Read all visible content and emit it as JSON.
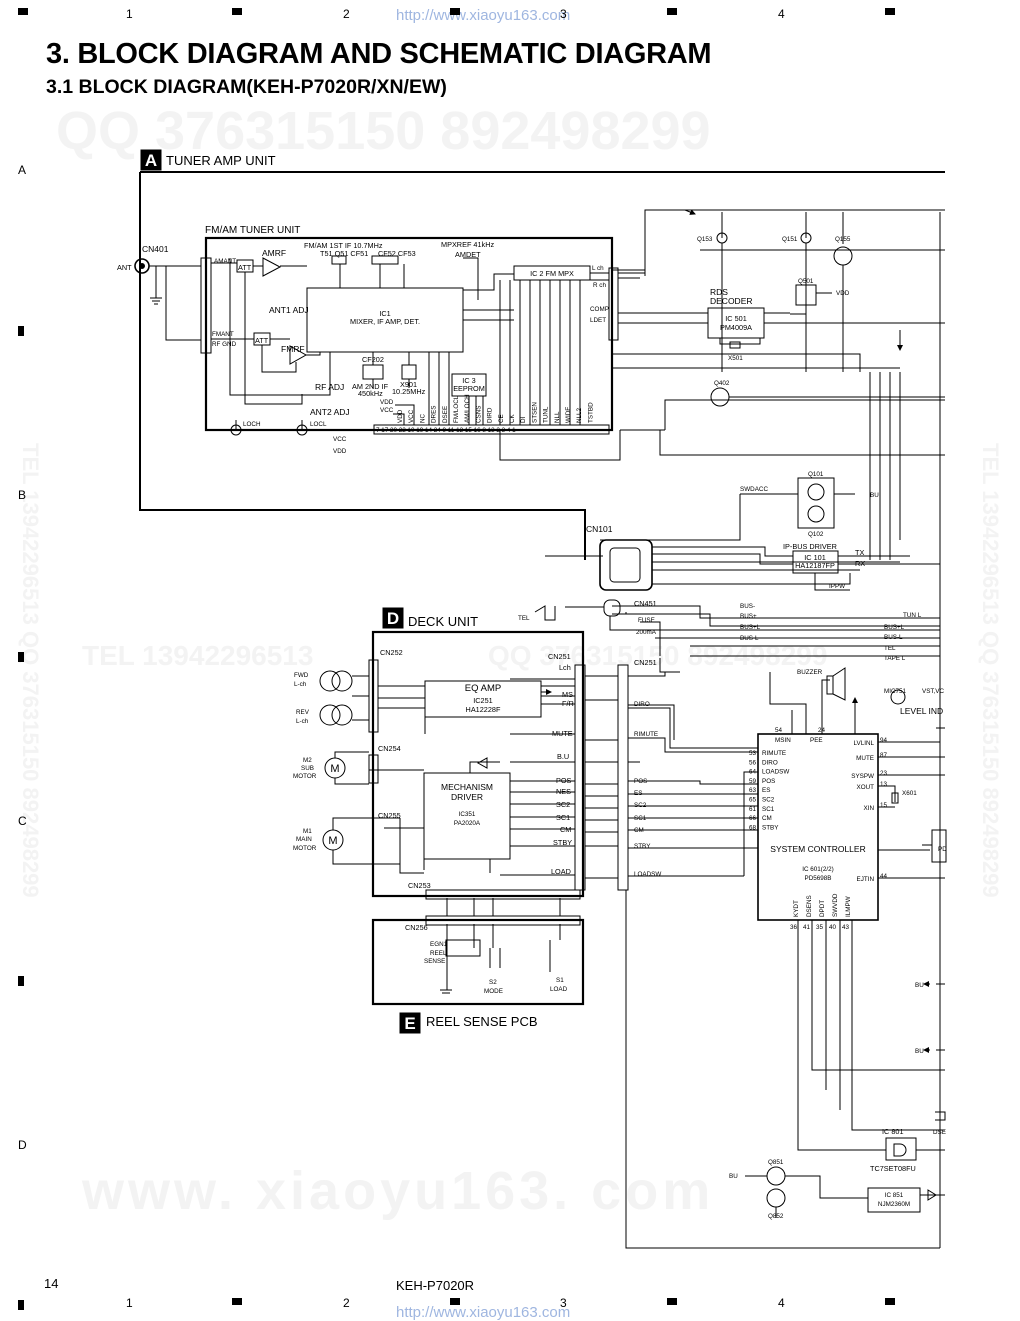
{
  "header": {
    "url": "http://www.xiaoyu163.com",
    "title": "3. BLOCK DIAGRAM AND SCHEMATIC DIAGRAM",
    "subtitle": "3.1  BLOCK DIAGRAM(KEH-P7020R/XN/EW)"
  },
  "watermarks": {
    "qq": "QQ 376315150   892498299",
    "tel": "TEL  13942296513",
    "qq2": "QQ  376315150   892498299",
    "www": "www. xiaoyu163. com",
    "side_left": "TEL 13942296513  QQ 376315150 892498299",
    "side_right": "TEL 13942296513  QQ 376315150 892498299"
  },
  "grid": {
    "cols": [
      "1",
      "2",
      "3",
      "4"
    ],
    "rows": [
      "A",
      "B",
      "C",
      "D"
    ]
  },
  "footer": {
    "page": "14",
    "model": "KEH-P7020R",
    "url": "http://www.xiaoyu163.com"
  },
  "units": {
    "a": {
      "letter": "A",
      "name": "TUNER AMP UNIT"
    },
    "d": {
      "letter": "D",
      "name": "DECK UNIT"
    },
    "e": {
      "letter": "E",
      "name": "REEL SENSE PCB"
    }
  },
  "tuner": {
    "unit": "FM/AM TUNER UNIT",
    "cn401": "CN401",
    "ant": "ANT",
    "amant": "AMANT",
    "fmant": "FMANT",
    "rfgnd": "RF GND",
    "amrf": "AMRF",
    "fmrf": "FMRF",
    "att": "ATT",
    "ant1": "ANT1 ADJ",
    "ant2": "ANT2 ADJ",
    "rfadj": "RF ADJ",
    "fmam_if": "FM/AM 1ST IF 10.7MHz",
    "t51": "T51 Q51 CF51",
    "cf52": "CF52 CF53",
    "ic1_a": "IC1",
    "ic1_b": "MIXER, IF AMP, DET.",
    "mpxref": "MPXREF 41kHz",
    "amdet": "AMDET",
    "ic2": "IC 2 FM MPX",
    "cf202": "CF202",
    "am2nd": "AM 2ND IF",
    "khz450": "450kHz",
    "x901": "X901",
    "mhz": "10.25MHz",
    "ic3_a": "IC 3",
    "ic3_b": "EEPROM",
    "lch": "L ch",
    "rch": "R ch",
    "comp": "COMP",
    "ldet": "LDET",
    "loch": "LOCH",
    "locl": "LOCL",
    "vdd": "VDD",
    "vcc": "VCC",
    "vcc2": "VCC",
    "vdd2": "VDD",
    "pins_bottom": "7  17  20  22  10  19  14  24  9  11  12  15  16  8  13  2  3  4  1",
    "bus_labels": [
      "VDD",
      "VCC",
      "NC",
      "DRES",
      "DSEE",
      "FM/LOCL",
      "AM/LOCH",
      "CSNS",
      "DIRD",
      "CE",
      "CK",
      "DI",
      "STSEN",
      "TUNL",
      "NLL",
      "WIDE",
      "NLL2",
      "TSTBD"
    ]
  },
  "rds": {
    "label1": "RDS",
    "label2": "DECODER",
    "ic_a": "IC 501",
    "ic_b": "PM4009A",
    "x501": "X501",
    "q501": "Q501",
    "q402": "Q402",
    "q153": "Q153",
    "q151": "Q151",
    "q155": "Q155",
    "vdd": "VDD"
  },
  "ipbus": {
    "swdacc": "SWDACC",
    "q101": "Q101",
    "q102": "Q102",
    "bu": "BU",
    "driver": "IP-BUS DRIVER",
    "ic_a": "IC 101",
    "ic_b": "HA12187FP",
    "tx": "TX",
    "rx": "RX",
    "ippw": "IPPW",
    "cn101": "CN101"
  },
  "buses": {
    "cn451": "CN451",
    "fuse": "FUSE",
    "ma": "200mA",
    "tel": "TEL",
    "bus_minus": "BUS-",
    "bus_plus": "BUS+",
    "bus_l_plus": "BUS+L",
    "bus_l": "BUS-L",
    "right": [
      "TUN L",
      "BUS+L",
      "BUS-L",
      "TEL",
      "TAPE L"
    ]
  },
  "deck": {
    "cn252": "CN252",
    "cn251": "CN251",
    "cn251b": "CN251",
    "cn254": "CN254",
    "cn255": "CN255",
    "cn253": "CN253",
    "cn256": "CN256",
    "fwd_a": "FWD",
    "fwd_b": "L-ch",
    "rev_a": "REV",
    "rev_b": "L-ch",
    "m2_a": "M2",
    "m2_b": "SUB",
    "m2_c": "MOTOR",
    "m1_a": "M1",
    "m1_b": "MAIN",
    "m1_c": "MOTOR",
    "motor": "M",
    "eq": "EQ AMP",
    "eq_ic_a": "IC251",
    "eq_ic_b": "HA12228F",
    "mech_a": "MECHANISM",
    "mech_b": "DRIVER",
    "mech_ic_a": "IC351",
    "mech_ic_b": "PA2020A",
    "lch": "Lch",
    "ms": "MS",
    "fr": "F/R",
    "mute": "MUTE",
    "bu": "B.U",
    "pos": "POS",
    "nes": "NES",
    "sc2": "SC2",
    "sc1": "SC1",
    "cm": "CM",
    "stby": "STBY",
    "load": "LOAD",
    "egn1_a": "EGN1",
    "egn1_b": "REEL",
    "egn1_c": "SENSE",
    "s2_a": "S2",
    "s2_b": "MODE",
    "s1_a": "S1",
    "s1_b": "LOAD"
  },
  "mid_labels": [
    "DIRO",
    "RIMUTE",
    "POS",
    "ES",
    "SC2",
    "SC1",
    "CM",
    "STBY",
    "LOADSW"
  ],
  "syscon": {
    "name": "SYSTEM CONTROLLER",
    "ic_a": "IC 601(2/2)",
    "ic_b": "PD5698B",
    "left_pins": [
      "RIMUTE",
      "DIRO",
      "LOADSW",
      "POS",
      "ES",
      "SC2",
      "SC1",
      "CM",
      "STBY"
    ],
    "left_nums": [
      "53",
      "56",
      "64",
      "59",
      "63",
      "65",
      "61",
      "66",
      "68"
    ],
    "right_pins": [
      "LVLINL",
      "MUTE",
      "SYSPW",
      "XOUT",
      "XIN",
      "EJTIN"
    ],
    "right_nums": [
      "94",
      "87",
      "23",
      "13",
      "15",
      "44"
    ],
    "bot_pins": [
      "KYDT",
      "DSENS",
      "DPDT",
      "SWVDD",
      "ILMPW"
    ],
    "bot_nums": [
      "36",
      "41",
      "35",
      "40",
      "43"
    ],
    "msin": "MSIN",
    "pee": "PEE",
    "n54": "54",
    "n24": "24",
    "x601": "X601",
    "buzzer": "BUZZER",
    "mic": "MIC751",
    "vst": "VST,VC",
    "level": "LEVEL IND",
    "bu1": "BU",
    "bu2": "BU",
    "ic801_a": "IC 801",
    "ic801_b": "TC7SET08FU",
    "q851": "Q851",
    "q852": "Q852",
    "bu3": "BU",
    "ic851_a": "IC 851",
    "ic851_b": "NJM2360M",
    "dse": "DSE",
    "pd": "PD"
  }
}
